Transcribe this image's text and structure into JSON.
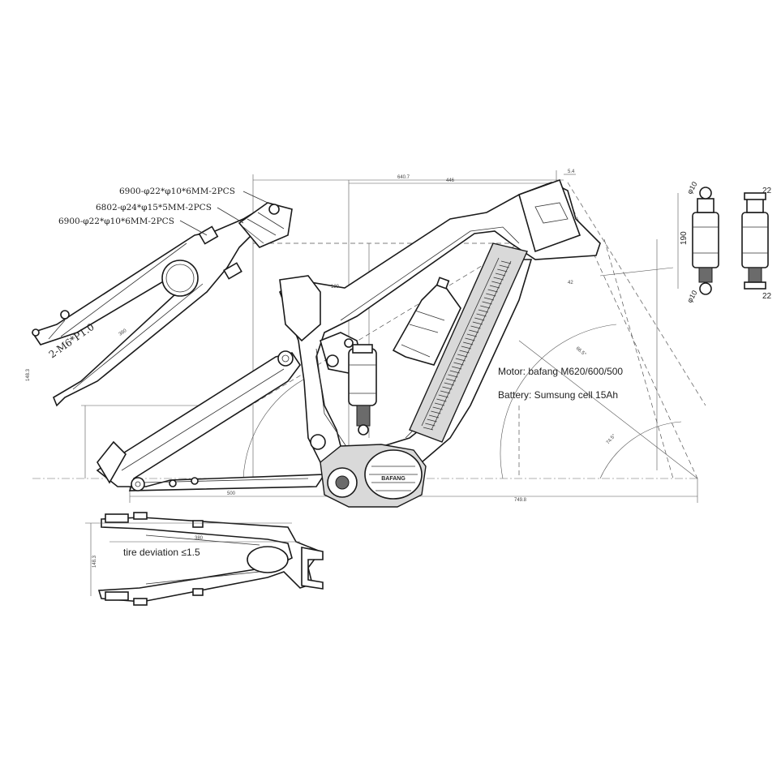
{
  "bearings": [
    "6900-φ22*φ10*6MM-2PCS",
    "6802-φ24*φ15*5MM-2PCS",
    "6900-φ22*φ10*6MM-2PCS"
  ],
  "thread_spec": "2-M6*P1.0",
  "motor_text": "Motor: bafang M620/600/500",
  "battery_text": "Battery: Sumsung cell 15Ah",
  "tire_deviation": "tire deviation ≤1.5",
  "motor_logo": "BAFANG",
  "dimensions": {
    "top_overall": "640.7",
    "top_reach": "446",
    "top_small": "5.4",
    "chainstay": "500",
    "wheelbase": "749.8",
    "swingarm_length": "380",
    "swingarm_length_side": "380",
    "dropout_height": "148.3",
    "swingarm_width": "148.3",
    "shock_len_label": "190",
    "shock_eye_top": "φ10",
    "shock_eye_bottom": "φ10",
    "shock_width_top": "22",
    "shock_width_bottom": "22",
    "head_angle": "66.5°",
    "seat_angle": "74.5°",
    "misc_1": "120",
    "misc_2": "42"
  },
  "colors": {
    "line": "#1a1a1a",
    "dim": "#555555",
    "background": "#ffffff"
  }
}
